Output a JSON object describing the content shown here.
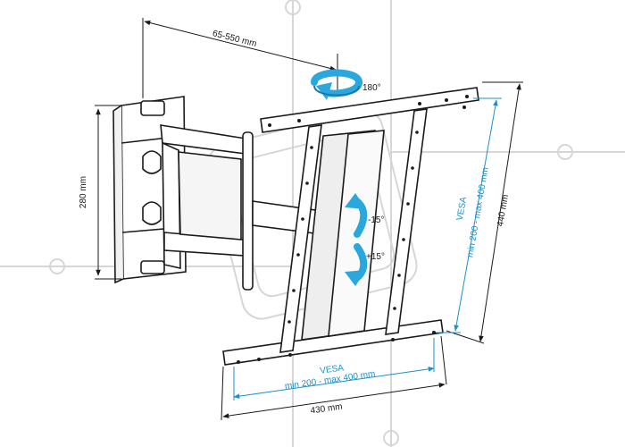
{
  "colors": {
    "background": "#ffffff",
    "line": "#1a1a1a",
    "vesa_accent": "#1e90c8",
    "rotation_arrow": "#2aa7dc",
    "watermark": "#d2d2d2"
  },
  "dimensions": {
    "arm_extension": "65-550 mm",
    "wall_plate_height": "280 mm",
    "rail_length_vertical": "440 mm",
    "rail_length_horizontal": "430 mm"
  },
  "vesa": {
    "vertical_title": "VESA",
    "vertical_range": "min 200 - max 400 mm",
    "horizontal_title": "VESA",
    "horizontal_range": "min 200 - max 400 mm"
  },
  "rotation": {
    "swivel": "180°",
    "tilt_up": "-15°",
    "tilt_down": "+15°"
  },
  "icons": [
    "swivel-rotation-icon",
    "tilt-up-arrow-icon",
    "tilt-down-arrow-icon",
    "watermark-logo-icon"
  ]
}
